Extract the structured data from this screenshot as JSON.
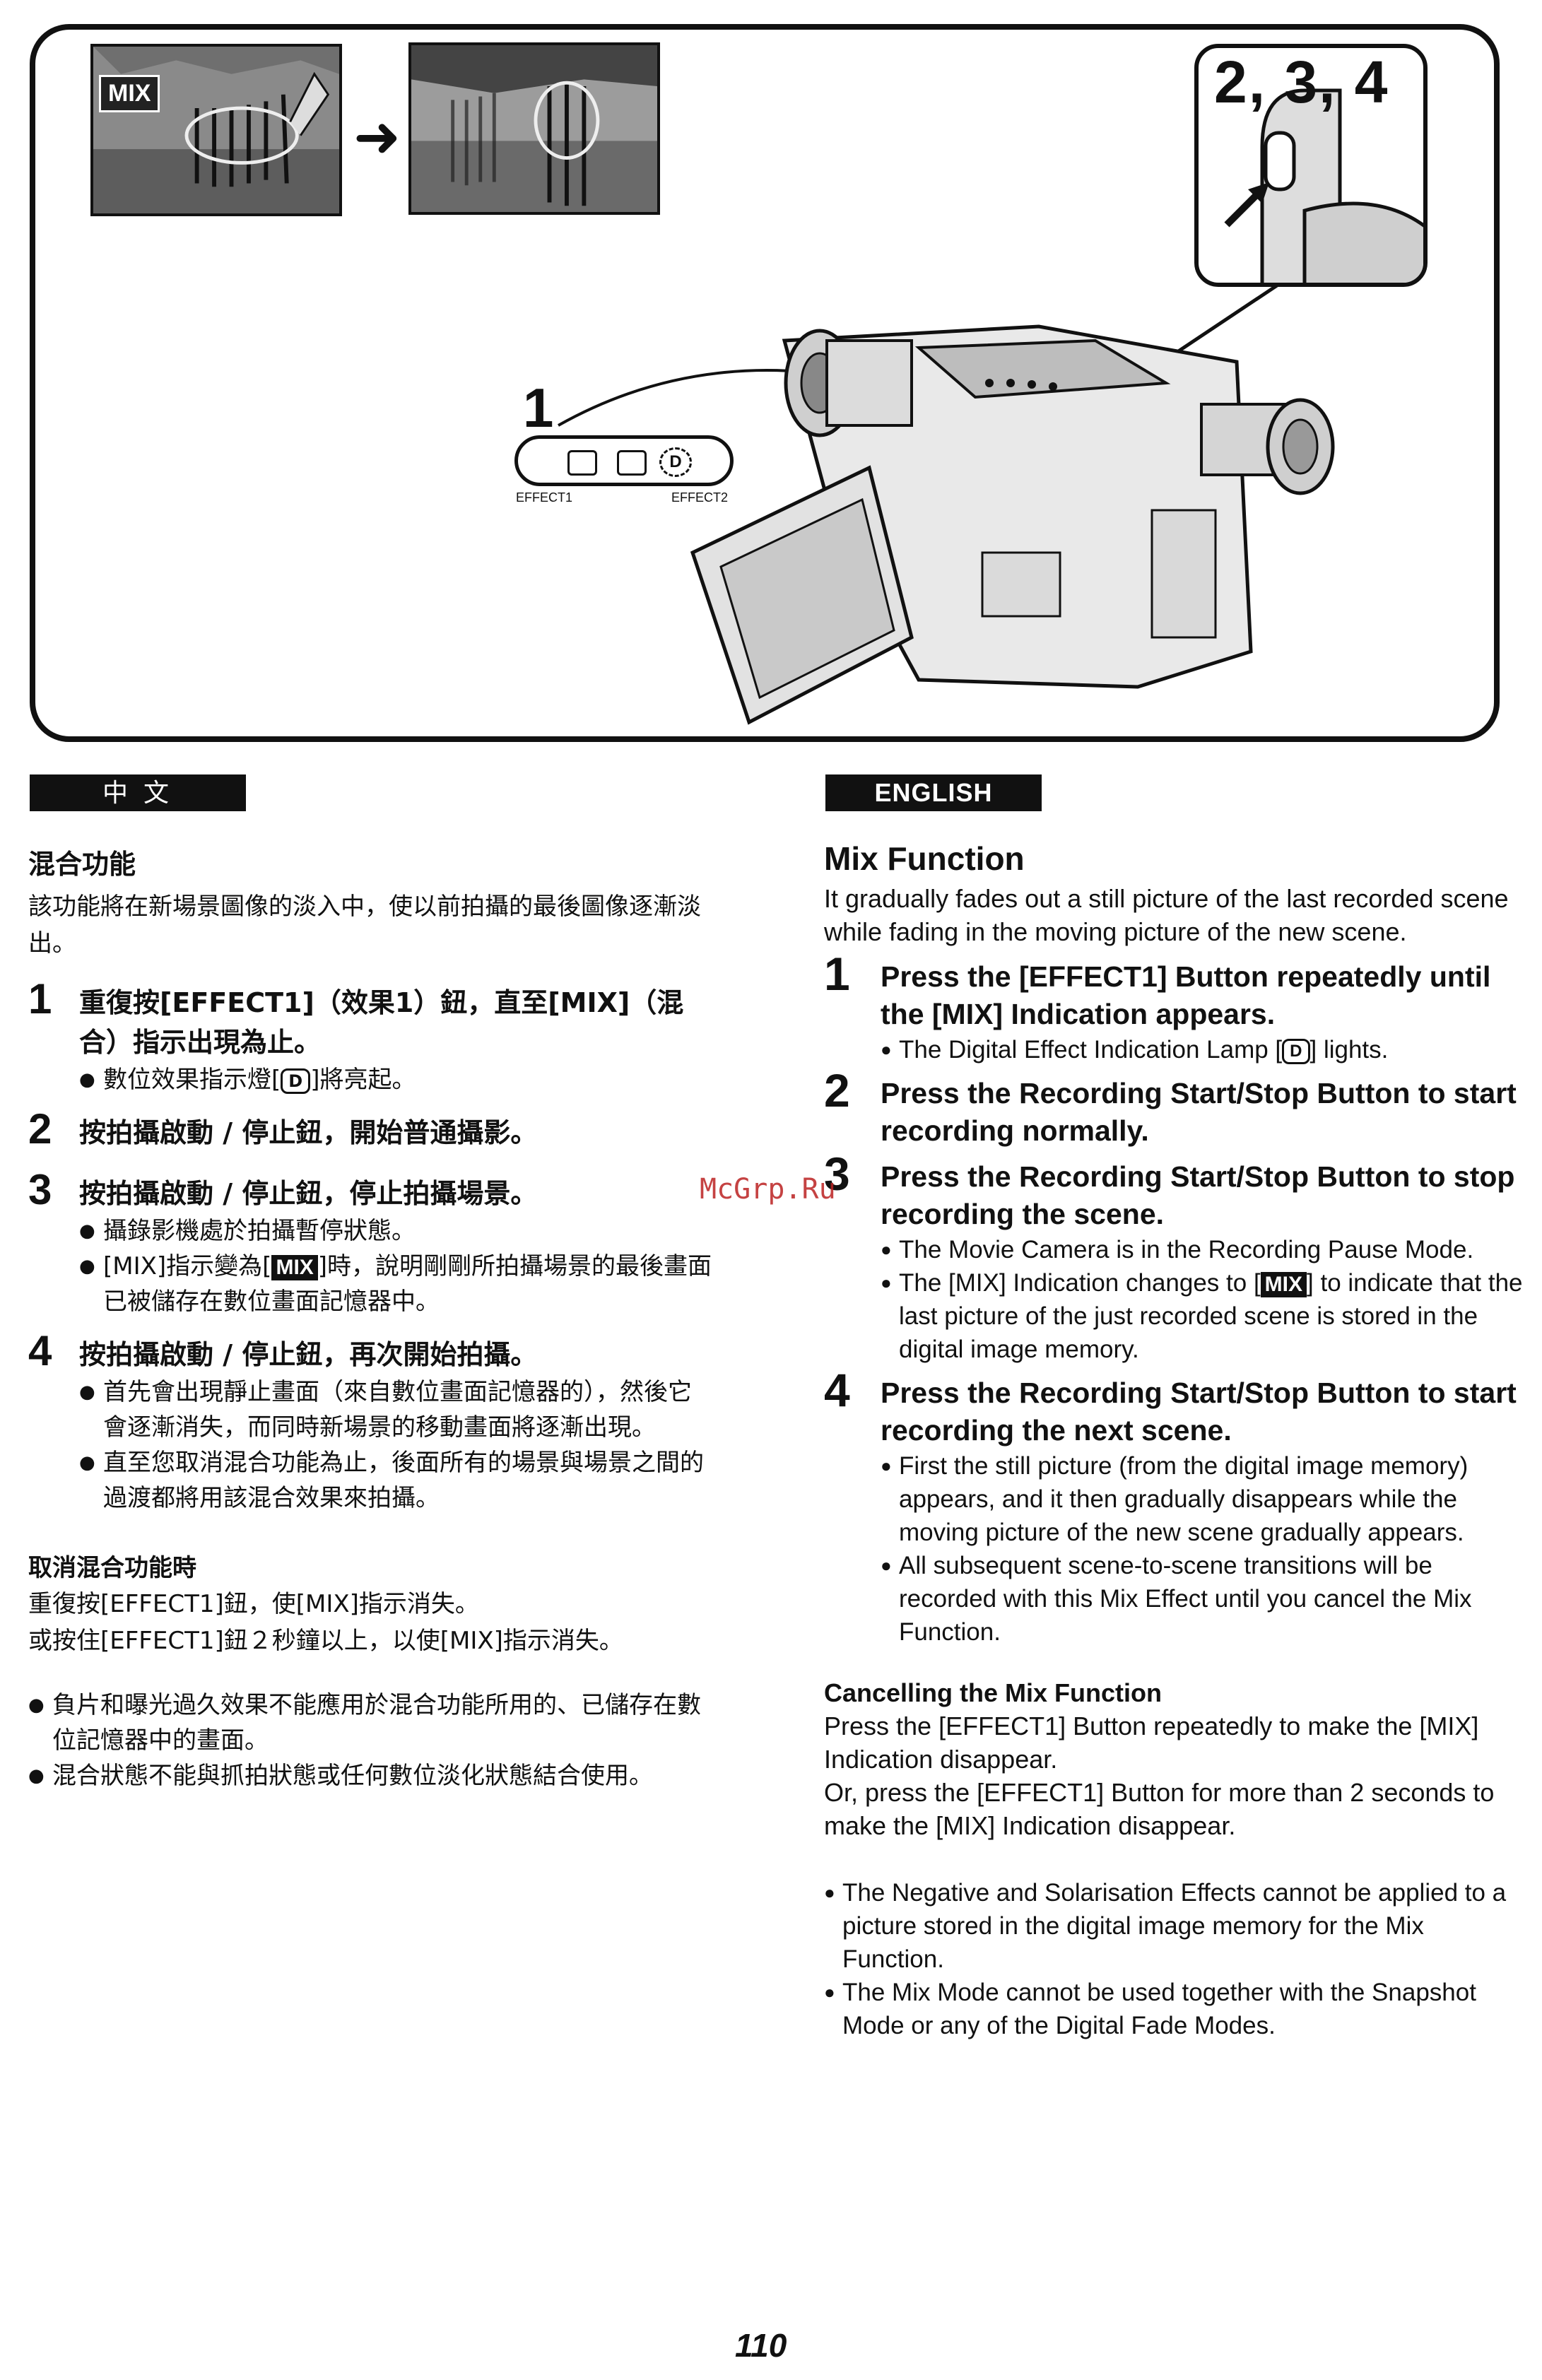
{
  "illustration": {
    "mix_badge": "MIX",
    "inset_label": "2, 3, 4",
    "step_callout": "1",
    "dial_left_label": "EFFECT1",
    "dial_right_label": "EFFECT2",
    "dial_symbol": "D"
  },
  "chinese": {
    "tag": "中 文",
    "heading": "混合功能",
    "intro": "該功能將在新場景圖像的淡入中，使以前拍攝的最後圖像逐漸淡出。",
    "steps": [
      {
        "num": "1",
        "title": "重復按[EFFECT1]（效果1）鈕，直至[MIX]（混合）指示出現為止。",
        "bullets_pre": "數位效果指示燈[",
        "bullets_icon": "D",
        "bullets_post": "]將亮起。"
      },
      {
        "num": "2",
        "title": "按拍攝啟動 / 停止鈕，開始普通攝影。"
      },
      {
        "num": "3",
        "title": "按拍攝啟動 / 停止鈕，停止拍攝場景。",
        "bullet1": "攝錄影機處於拍攝暫停狀態。",
        "bullet2_pre": "[MIX]指示變為[",
        "bullet2_icon": "MIX",
        "bullet2_post": "]時，說明剛剛所拍攝場景的最後畫面已被儲存在數位畫面記憶器中。"
      },
      {
        "num": "4",
        "title": "按拍攝啟動 / 停止鈕，再次開始拍攝。",
        "bullet1": "首先會出現靜止畫面（來自數位畫面記憶器的），然後它會逐漸消失，而同時新場景的移動畫面將逐漸出現。",
        "bullet2": "直至您取消混合功能為止，後面所有的場景與場景之間的過渡都將用該混合效果來拍攝。"
      }
    ],
    "cancel_heading": "取消混合功能時",
    "cancel_line1": "重復按[EFFECT1]鈕，使[MIX]指示消失。",
    "cancel_line2": "或按住[EFFECT1]鈕２秒鐘以上，以使[MIX]指示消失。",
    "note1": "負片和曝光過久效果不能應用於混合功能所用的、已儲存在數位記憶器中的畫面。",
    "note2": "混合狀態不能與抓拍狀態或任何數位淡化狀態結合使用。"
  },
  "english": {
    "tag": "ENGLISH",
    "heading": "Mix Function",
    "intro": "It gradually fades out a still picture of the last recorded scene while fading in the moving picture of the new scene.",
    "steps": [
      {
        "num": "1",
        "title": "Press the [EFFECT1] Button repeatedly until the [MIX] Indication appears.",
        "bullet_pre": "The Digital Effect Indication Lamp [",
        "bullet_icon": "D",
        "bullet_post": "] lights."
      },
      {
        "num": "2",
        "title": "Press the Recording Start/Stop Button to start recording normally."
      },
      {
        "num": "3",
        "title": "Press the Recording Start/Stop Button to stop recording the scene.",
        "bullet1": "The Movie Camera is in the Recording Pause Mode.",
        "bullet2_pre": "The [MIX] Indication changes to [",
        "bullet2_icon": "MIX",
        "bullet2_post": "] to indicate that the last picture of the just recorded scene is stored in the digital image memory."
      },
      {
        "num": "4",
        "title": "Press the Recording Start/Stop Button to start recording the next scene.",
        "bullet1": "First the still picture (from the digital image memory) appears, and it then gradually disappears while the moving picture of the new scene gradually appears.",
        "bullet2": "All subsequent scene-to-scene transitions will be recorded with this Mix Effect until you cancel the Mix Function."
      }
    ],
    "cancel_heading": "Cancelling the Mix Function",
    "cancel_line1": "Press the [EFFECT1] Button repeatedly to make the [MIX] Indication disappear.",
    "cancel_line2": "Or, press the [EFFECT1] Button for more than 2 seconds to make the [MIX] Indication disappear.",
    "note1": "The Negative and Solarisation Effects cannot be applied to a picture stored in the digital image memory for the Mix Function.",
    "note2": "The Mix Mode cannot be used together with the Snapshot Mode or any of the Digital Fade Modes."
  },
  "watermark": "McGrp.Ru",
  "page_number": "110"
}
